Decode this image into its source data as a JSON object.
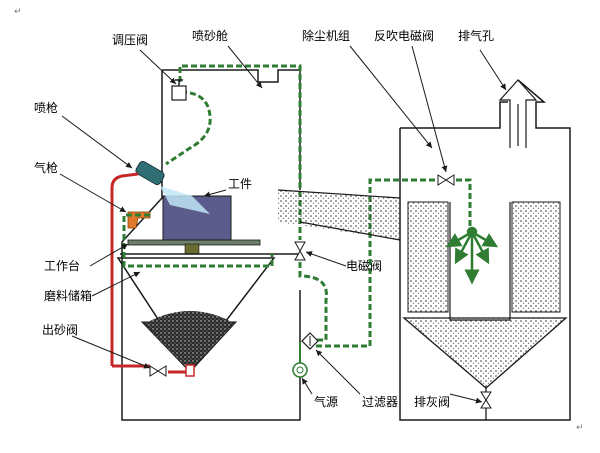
{
  "labels": {
    "pressure_valve": "调压阀",
    "blast_chamber": "喷砂舱",
    "dust_collector": "除尘机组",
    "pulse_valve": "反吹电磁阀",
    "exhaust": "排气孔",
    "spray_gun": "喷枪",
    "air_gun": "气枪",
    "workpiece": "工件",
    "worktable": "工作台",
    "abrasive_tank": "磨料储箱",
    "sand_valve": "出砂阀",
    "solenoid_valve": "电磁阀",
    "air_source": "气源",
    "filter": "过滤器",
    "ash_valve": "排灰阀"
  },
  "marks": {
    "para_top": "↵",
    "para_bottom": "↵"
  },
  "colors": {
    "outline": "#1a1a1a",
    "air_line": "#2e7d32",
    "sand_line": "#c62828",
    "workpiece": "#5b5b8c",
    "gun": "#2f6f73",
    "air_gun": "#e0792b",
    "spray": "#bfe6f5"
  }
}
